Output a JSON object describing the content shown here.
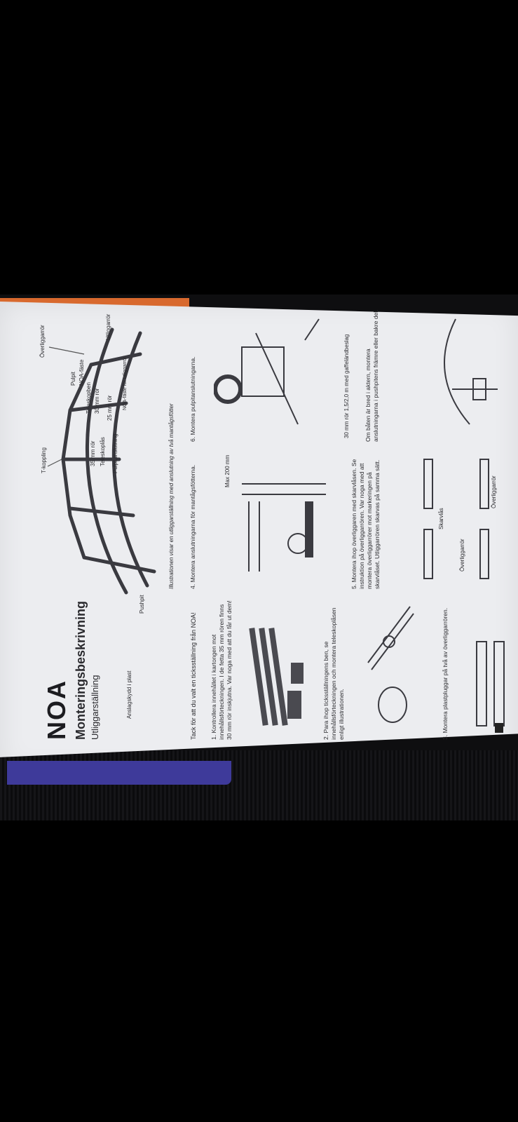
{
  "document": {
    "brand": "NOA",
    "title": "Monteringsbeskrivning",
    "subtitle": "Utliggarställning",
    "illustration_caption": "Illustrationen visar en utliggarställning med anslutning av två mantågsfötter",
    "diagram_labels": {
      "toppling": "T-koppling",
      "overliggarror": "Överliggarrör",
      "utliggarror": "Utliggarrör",
      "pulpit": "Pulpit",
      "noa_faste": "NOA-fäste",
      "teleskopben": "Teleskopben",
      "r30": "30 mm rör",
      "r25": "25 mm rör",
      "r35": "35 mm rör",
      "teleskoplas": "Teleskoplås",
      "pulpitanslutning": "Pulpitanslutning",
      "noa_faste_utliggare": "NOA-fäste för utliggarrör",
      "anslag": "Anslagskydd i plast",
      "pushpit": "Pushpit"
    },
    "thanks": "Tack för att du valt en ticksställning från NOA!",
    "step1": "1. Kontrollera innehållet i kartongen mot innehållsförteckningen. I de fetta 35 mm rören finns 30 mm rör inskjutna. Var noga med att du får ut dem!",
    "step2": "2. Para ihop ticksställningens ben, se innehållsförteckningen och montera teleskoplåsen enligt illustrationen.",
    "step3": "3. Montera plastpluggar på två av överliggarrören.",
    "step4": "4. Montera anslutningarna för mantågsfötterna.",
    "max_label": "Max 200 mm",
    "step5": "5. Montera ihop överliggaren med skarvlåsen. Se instruktion på överliggarrören. Var noga med att montera överliggarrörer mot markeringen på skarvlåset. Utliggarrören skarvas på samma sätt.",
    "skarvlas": "Skarvlås",
    "overliggarror": "Överliggarrör",
    "step6": "6. Montera pulpitanslutningarna.",
    "rod_note": "30 mm rör 1,5/2,0 m med gaffeländbeslag",
    "wide_note": "Om båten är bred i aktern, montera anslutningarna i pushpitens främre eller bakre del."
  }
}
